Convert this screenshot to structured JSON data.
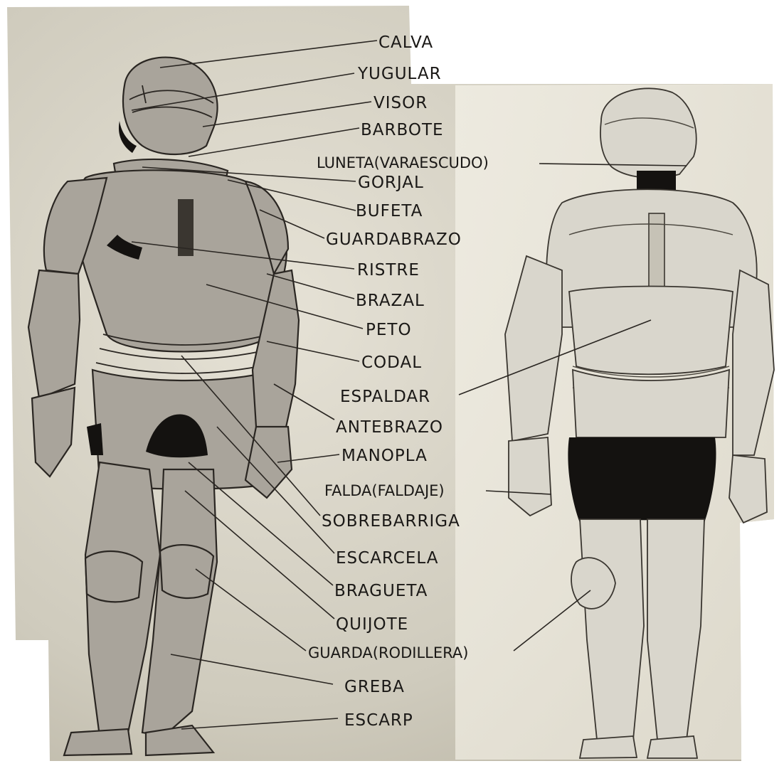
{
  "labels": [
    {
      "id": "calva",
      "text": "CALVA"
    },
    {
      "id": "yugular",
      "text": "YUGULAR"
    },
    {
      "id": "visor",
      "text": "VISOR"
    },
    {
      "id": "barbote",
      "text": "BARBOTE"
    },
    {
      "id": "luneta",
      "text": "LUNETA(VARAESCUDO)"
    },
    {
      "id": "gorjal",
      "text": "GORJAL"
    },
    {
      "id": "bufeta",
      "text": "BUFETA"
    },
    {
      "id": "guardabrazo",
      "text": "GUARDABRAZO"
    },
    {
      "id": "ristre",
      "text": "RISTRE"
    },
    {
      "id": "brazal",
      "text": "BRAZAL"
    },
    {
      "id": "peto",
      "text": "PETO"
    },
    {
      "id": "codal",
      "text": "CODAL"
    },
    {
      "id": "espaldar",
      "text": "ESPALDAR"
    },
    {
      "id": "antebrazo",
      "text": "ANTEBRAZO"
    },
    {
      "id": "manopla",
      "text": "MANOPLA"
    },
    {
      "id": "falda",
      "text": "FALDA(FALDAJE)"
    },
    {
      "id": "sobrebarriga",
      "text": "SOBREBARRIGA"
    },
    {
      "id": "escarcela",
      "text": "ESCARCELA"
    },
    {
      "id": "bragueta",
      "text": "BRAGUETA"
    },
    {
      "id": "quijote",
      "text": "QUIJOTE"
    },
    {
      "id": "guarda",
      "text": "GUARDA(RODILLERA)"
    },
    {
      "id": "greba",
      "text": "GREBA"
    },
    {
      "id": "escarp",
      "text": "ESCARP"
    }
  ],
  "colors": {
    "paper": "#d8d4c6",
    "paper_light": "#ece9de",
    "ink": "#1a1816",
    "armor_front": "#a9a49b",
    "armor_back": "#d9d6cc"
  }
}
